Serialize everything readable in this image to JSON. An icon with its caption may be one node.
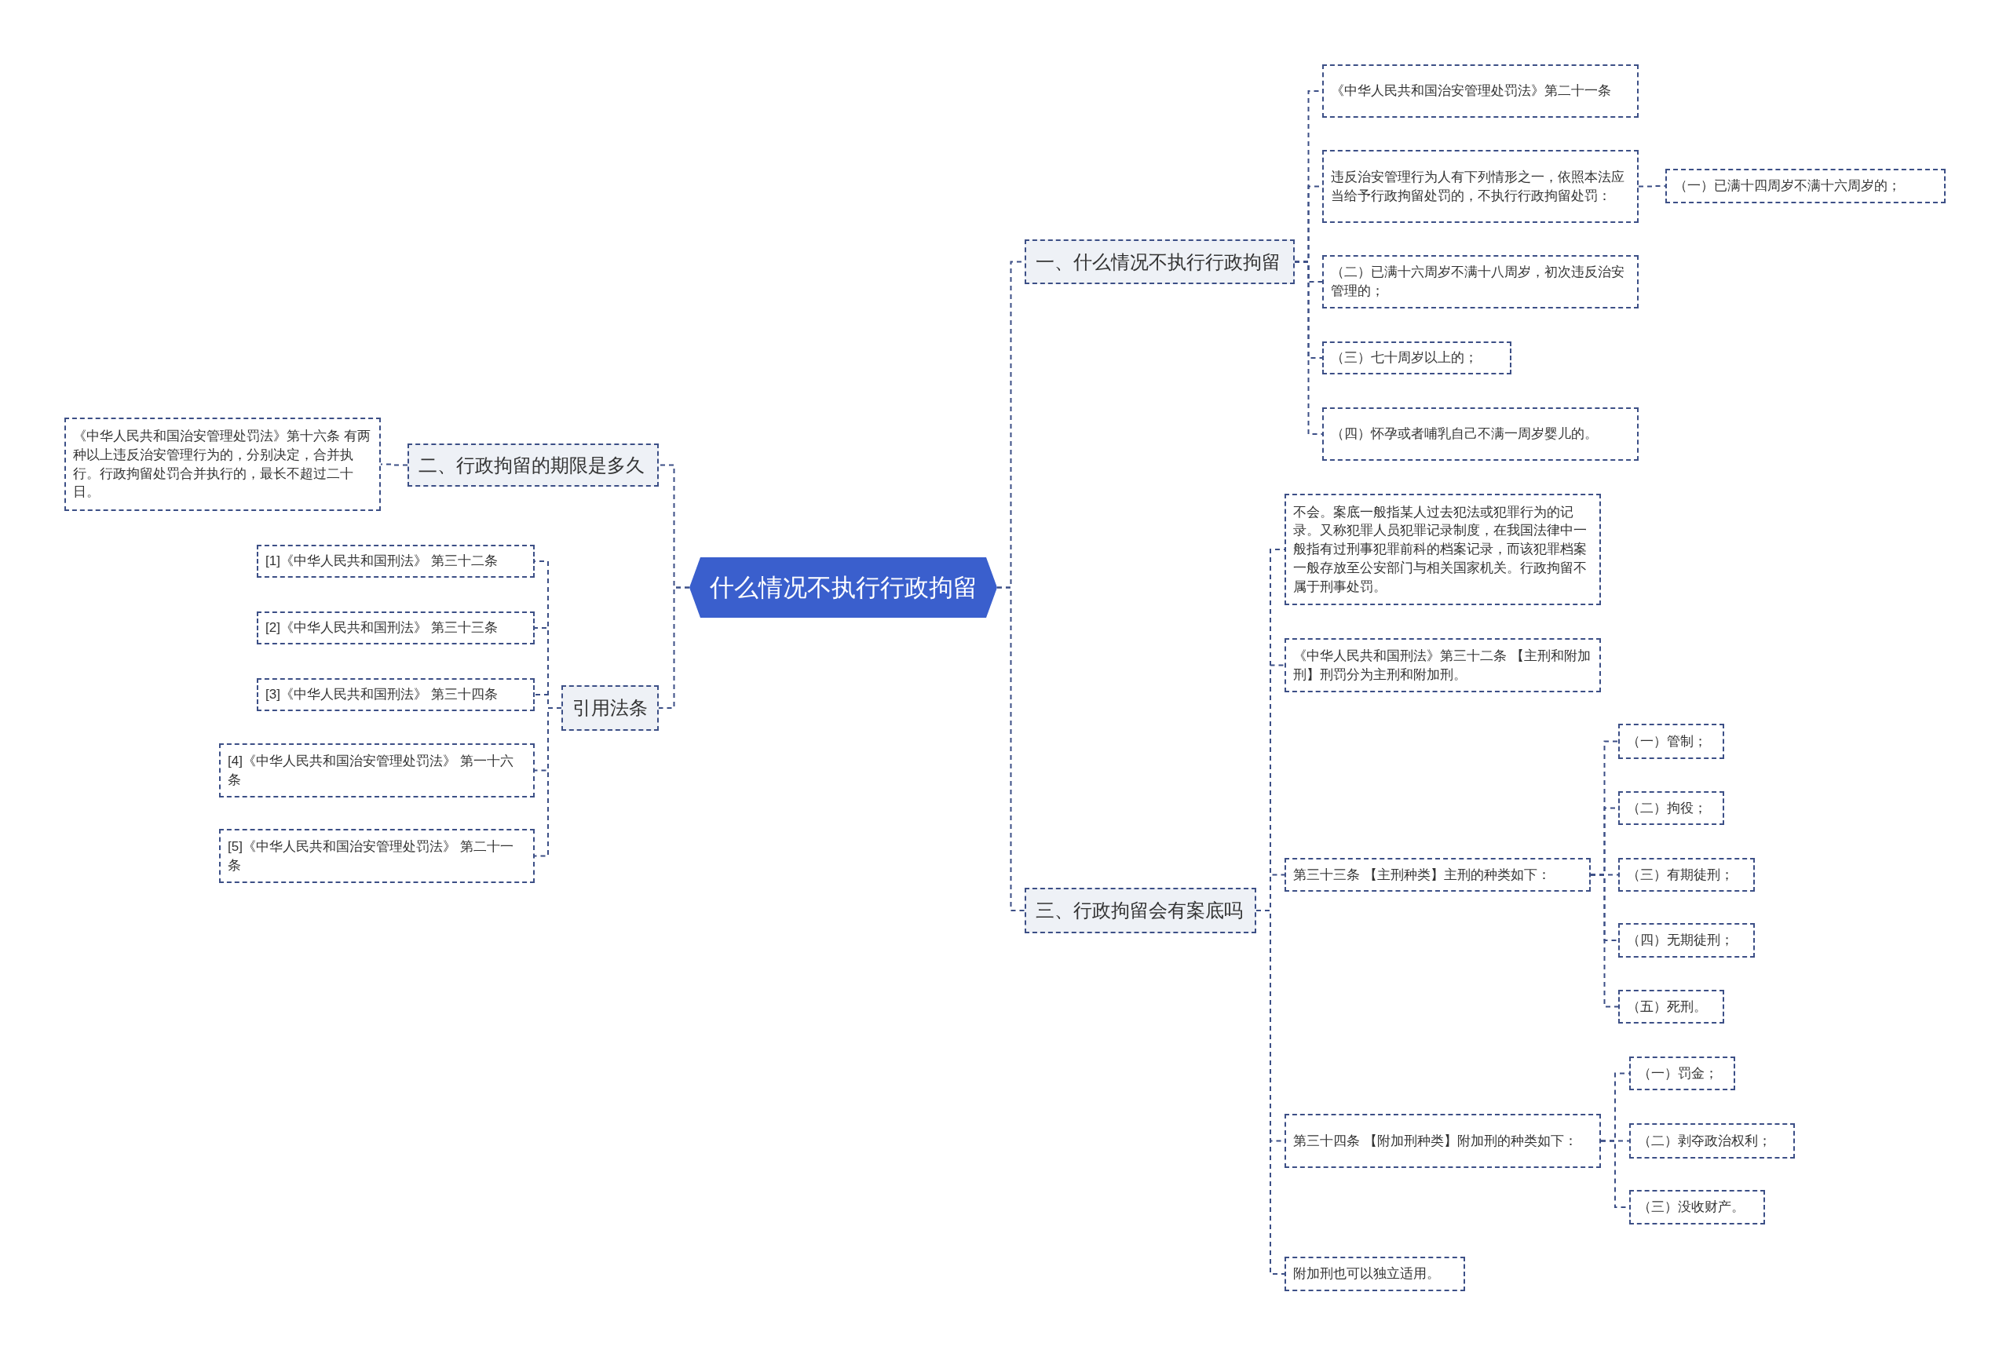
{
  "diagram": {
    "nodes": [
      {
        "text": [
          "什么情况不执行行政拘留"
        ]
      },
      {
        "text": [
          "一、什么情况不执行行政拘留"
        ]
      },
      {
        "text": [
          "《中华人民共和国治安管理处罚法》第二十一条"
        ]
      },
      {
        "text": [
          "违反治安管理行为人有下列情形之一，依照本法应当给予行政拘留处罚的，不执行行政拘留处罚："
        ]
      },
      {
        "text": [
          "（二）已满十六周岁不满十八周岁，初次违反治安管理的；"
        ]
      },
      {
        "text": [
          "（三）七十周岁以上的；"
        ]
      },
      {
        "text": [
          "（四）怀孕或者哺乳自己不满一周岁婴儿的。"
        ]
      },
      {
        "text": [
          "（一）已满十四周岁不满十六周岁的；"
        ]
      },
      {
        "text": [
          "二、行政拘留的期限是多久"
        ]
      },
      {
        "text": [
          "《中华人民共和国治安管理处罚法》第十六条 有两种以上违反治安管理行为的，分别决定，合并执行。行政拘留处罚合并执行的，最长不超过二十日。"
        ]
      },
      {
        "text": [
          "引用法条"
        ]
      },
      {
        "text": [
          "[1]《中华人民共和国刑法》 第三十二条"
        ]
      },
      {
        "text": [
          "[2]《中华人民共和国刑法》 第三十三条"
        ]
      },
      {
        "text": [
          "[3]《中华人民共和国刑法》 第三十四条"
        ]
      },
      {
        "text": [
          "[4]《中华人民共和国治安管理处罚法》 第一十六条"
        ]
      },
      {
        "text": [
          "[5]《中华人民共和国治安管理处罚法》 第二十一条"
        ]
      },
      {
        "text": [
          "三、行政拘留会有案底吗"
        ]
      },
      {
        "text": [
          "不会。案底一般指某人过去犯法或犯罪行为的记录。又称犯罪人员犯罪记录制度，在我国法律中一般指有过刑事犯罪前科的档案记录，而该犯罪档案一般存放至公安部门与相关国家机关。行政拘留不属于刑事处罚。"
        ]
      },
      {
        "text": [
          "《中华人民共和国刑法》第三十二条 【主刑和附加刑】刑罚分为主刑和附加刑。"
        ]
      },
      {
        "text": [
          "第三十三条 【主刑种类】主刑的种类如下："
        ]
      },
      {
        "text": [
          "（一）管制；"
        ]
      },
      {
        "text": [
          "（二）拘役；"
        ]
      },
      {
        "text": [
          "（三）有期徒刑；"
        ]
      },
      {
        "text": [
          "（四）无期徒刑；"
        ]
      },
      {
        "text": [
          "（五）死刑。"
        ]
      },
      {
        "text": [
          "第三十四条 【附加刑种类】附加刑的种类如下："
        ]
      },
      {
        "text": [
          "（一）罚金；"
        ]
      },
      {
        "text": [
          "（二）剥夺政治权利；"
        ]
      },
      {
        "text": [
          "（三）没收财产。"
        ]
      },
      {
        "text": [
          "附加刑也可以独立适用。"
        ]
      }
    ],
    "edges": [
      {
        "from": 0,
        "to": 1,
        "arrow": "none"
      },
      {
        "from": 1,
        "to": 2,
        "arrow": "none"
      },
      {
        "from": 1,
        "to": 3,
        "arrow": "none"
      },
      {
        "from": 1,
        "to": 4,
        "arrow": "none"
      },
      {
        "from": 1,
        "to": 5,
        "arrow": "none"
      },
      {
        "from": 1,
        "to": 6,
        "arrow": "none"
      },
      {
        "from": 3,
        "to": 7,
        "arrow": "none"
      },
      {
        "from": 0,
        "to": 8,
        "arrow": "none"
      },
      {
        "from": 8,
        "to": 9,
        "arrow": "none"
      },
      {
        "from": 0,
        "to": 10,
        "arrow": "none"
      },
      {
        "from": 10,
        "to": 11,
        "arrow": "none"
      },
      {
        "from": 10,
        "to": 12,
        "arrow": "none"
      },
      {
        "from": 10,
        "to": 13,
        "arrow": "none"
      },
      {
        "from": 10,
        "to": 14,
        "arrow": "none"
      },
      {
        "from": 10,
        "to": 15,
        "arrow": "none"
      },
      {
        "from": 0,
        "to": 16,
        "arrow": "none"
      },
      {
        "from": 16,
        "to": 17,
        "arrow": "none"
      },
      {
        "from": 16,
        "to": 18,
        "arrow": "none"
      },
      {
        "from": 16,
        "to": 19,
        "arrow": "none"
      },
      {
        "from": 19,
        "to": 20,
        "arrow": "none"
      },
      {
        "from": 19,
        "to": 21,
        "arrow": "none"
      },
      {
        "from": 19,
        "to": 22,
        "arrow": "none"
      },
      {
        "from": 19,
        "to": 23,
        "arrow": "none"
      },
      {
        "from": 19,
        "to": 24,
        "arrow": "none"
      },
      {
        "from": 16,
        "to": 25,
        "arrow": "none"
      },
      {
        "from": 25,
        "to": 26,
        "arrow": "none"
      },
      {
        "from": 25,
        "to": 27,
        "arrow": "none"
      },
      {
        "from": 25,
        "to": 28,
        "arrow": "none"
      },
      {
        "from": 16,
        "to": 29,
        "arrow": "none"
      }
    ]
  }
}
